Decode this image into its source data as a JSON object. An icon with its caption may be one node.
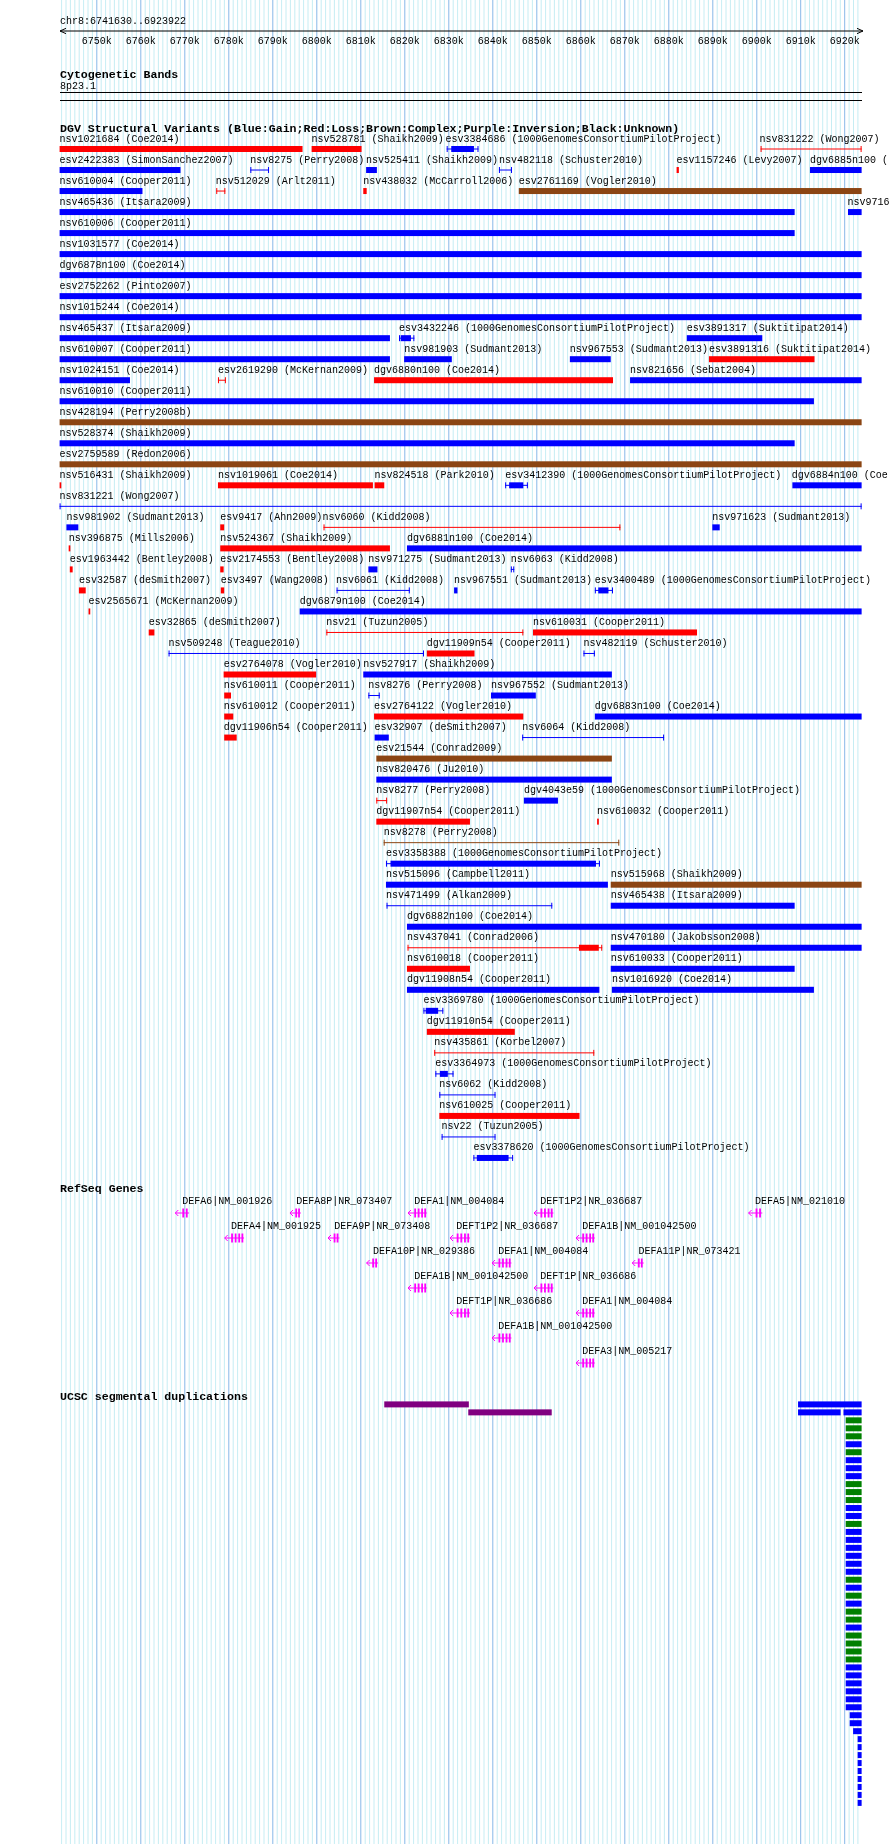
{
  "diagram": {
    "labels": [
      "chr8:6741630..6923922",
      "6750k",
      "6760k",
      "6770k",
      "6780k",
      "6790k",
      "6800k",
      "6810k",
      "6820k",
      "6830k",
      "6840k",
      "6850k",
      "6860k",
      "6870k",
      "6880k",
      "6890k",
      "6900k",
      "6910k",
      "6920k",
      "Cytogenetic Bands",
      "8p23.1",
      "DGV Structural Variants (Blue:Gain;Red:Loss;Brown:Complex;Purple:Inversion;Black:Unknown)",
      "nsv1021684 (Coe2014)",
      "nsv528781 (Shaikh2009)",
      "esv3384686 (1000GenomesConsortiumPilotProject)",
      "nsv831222 (Wong2007)",
      "esv2422383 (SimonSanchez2007)",
      "nsv8275 (Perry2008)",
      "nsv525411 (Shaikh2009)",
      "nsv482118 (Schuster2010)",
      "esv1157246 (Levy2007)",
      "dgv6885n100 (",
      "nsv610004 (Cooper2011)",
      "nsv512029 (Arlt2011)",
      "nsv438032 (McCarroll2006)",
      "esv2761169 (Vogler2010)",
      "nsv465436 (Itsara2009)",
      "nsv9716",
      "nsv610006 (Cooper2011)",
      "nsv1031577 (Coe2014)",
      "dgv6878n100 (Coe2014)",
      "esv2752262 (Pinto2007)",
      "nsv1015244 (Coe2014)",
      "nsv465437 (Itsara2009)",
      "esv3432246 (1000GenomesConsortiumPilotProject)",
      "esv3891317 (Suktitipat2014)",
      "nsv610007 (Cooper2011)",
      "nsv981903 (Sudmant2013)",
      "nsv967553 (Sudmant2013)",
      "esv3891316 (Suktitipat2014)",
      "nsv1024151 (Coe2014)",
      "esv2619290 (McKernan2009)",
      "dgv6880n100 (Coe2014)",
      "nsv821656 (Sebat2004)",
      "nsv610010 (Cooper2011)",
      "nsv428194 (Perry2008b)",
      "nsv528374 (Shaikh2009)",
      "esv2759589 (Redon2006)",
      "nsv516431 (Shaikh2009)",
      "nsv1019061 (Coe2014)",
      "nsv824518 (Park2010)",
      "esv3412390 (1000GenomesConsortiumPilotProject)",
      "dgv6884n100 (Coe",
      "nsv831221 (Wong2007)",
      "nsv981902 (Sudmant2013)",
      "esv9417 (Ahn2009)",
      "nsv6060 (Kidd2008)",
      "nsv971623 (Sudmant2013)",
      "nsv396875 (Mills2006)",
      "nsv524367 (Shaikh2009)",
      "dgv6881n100 (Coe2014)",
      "esv1963442 (Bentley2008)",
      "esv2174553 (Bentley2008)",
      "nsv971275 (Sudmant2013)",
      "nsv6063 (Kidd2008)",
      "esv32587 (deSmith2007)",
      "esv3497 (Wang2008)",
      "nsv6061 (Kidd2008)",
      "nsv967551 (Sudmant2013)",
      "esv3400489 (1000GenomesConsortiumPilotProject)",
      "esv2565671 (McKernan2009)",
      "dgv6879n100 (Coe2014)",
      "esv32865 (deSmith2007)",
      "nsv21 (Tuzun2005)",
      "nsv610031 (Cooper2011)",
      "nsv509248 (Teague2010)",
      "dgv11909n54 (Cooper2011)",
      "nsv482119 (Schuster2010)",
      "esv2764078 (Vogler2010)",
      "nsv527917 (Shaikh2009)",
      "nsv610011 (Cooper2011)",
      "nsv8276 (Perry2008)",
      "nsv967552 (Sudmant2013)",
      "nsv610012 (Cooper2011)",
      "esv2764122 (Vogler2010)",
      "dgv6883n100 (Coe2014)",
      "dgv11906n54 (Cooper2011)",
      "esv32907 (deSmith2007)",
      "nsv6064 (Kidd2008)",
      "esv21544 (Conrad2009)",
      "nsv820476 (Ju2010)",
      "nsv8277 (Perry2008)",
      "dgv4043e59 (1000GenomesConsortiumPilotProject)",
      "dgv11907n54 (Cooper2011)",
      "nsv610032 (Cooper2011)",
      "nsv8278 (Perry2008)",
      "esv3358388 (1000GenomesConsortiumPilotProject)",
      "nsv515096 (Campbell2011)",
      "nsv515968 (Shaikh2009)",
      "nsv471499 (Alkan2009)",
      "nsv465438 (Itsara2009)",
      "dgv6882n100 (Coe2014)",
      "nsv437041 (Conrad2006)",
      "nsv470180 (Jakobsson2008)",
      "nsv610018 (Cooper2011)",
      "nsv610033 (Cooper2011)",
      "dgv11908n54 (Cooper2011)",
      "nsv1016920 (Coe2014)",
      "esv3369780 (1000GenomesConsortiumPilotProject)",
      "dgv11910n54 (Cooper2011)",
      "nsv435861 (Korbel2007)",
      "esv3364973 (1000GenomesConsortiumPilotProject)",
      "nsv6062 (Kidd2008)",
      "nsv610025 (Cooper2011)",
      "nsv22 (Tuzun2005)",
      "esv3378620 (1000GenomesConsortiumPilotProject)",
      "RefSeq Genes",
      "DEFA6|NM_001926",
      "DEFA8P|NR_073407",
      "DEFA1|NM_004084",
      "DEFT1P2|NR_036687",
      "DEFA5|NM_021010",
      "DEFA4|NM_001925",
      "DEFA9P|NR_073408",
      "DEFT1P2|NR_036687",
      "DEFA1B|NM_001042500",
      "DEFA10P|NR_029386",
      "DEFA1|NM_004084",
      "DEFA11P|NR_073421",
      "DEFA1B|NM_001042500",
      "DEFT1P|NR_036686",
      "DEFT1P|NR_036686",
      "DEFA1|NM_004084",
      "DEFA1B|NM_001042500",
      "DEFA3|NM_005217",
      "UCSC segmental duplications"
    ]
  }
}
